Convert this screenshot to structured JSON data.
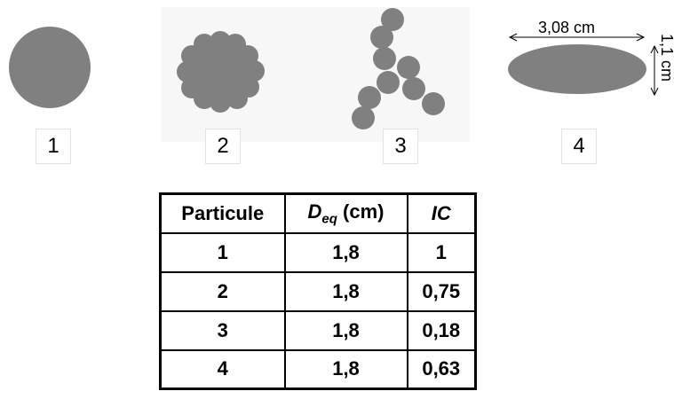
{
  "particles": [
    {
      "number": "1",
      "shape": "circle"
    },
    {
      "number": "2",
      "shape": "compact-cluster"
    },
    {
      "number": "3",
      "shape": "branched-chain"
    },
    {
      "number": "4",
      "shape": "ellipse"
    }
  ],
  "dimensions": {
    "length": "3,08 cm",
    "height": "1,1 cm"
  },
  "colors": {
    "particle_fill": "#808080",
    "panel_bg": "#f7f7f7"
  },
  "table": {
    "headers": {
      "col1": "Particule",
      "col2_symbol": "D",
      "col2_subscript": "eq",
      "col2_unit": " (cm)",
      "col3": "IC"
    },
    "rows": [
      {
        "particule": "1",
        "deq": "1,8",
        "ic": "1"
      },
      {
        "particule": "2",
        "deq": "1,8",
        "ic": "0,75"
      },
      {
        "particule": "3",
        "deq": "1,8",
        "ic": "0,18"
      },
      {
        "particule": "4",
        "deq": "1,8",
        "ic": "0,63"
      }
    ]
  }
}
